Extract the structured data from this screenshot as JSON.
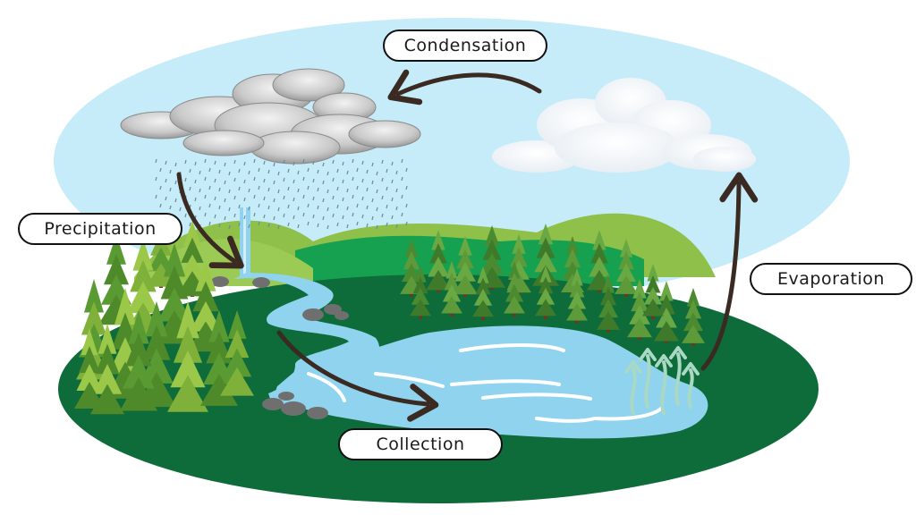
{
  "labels": {
    "condensation": "Condensation",
    "precipitation": "Precipitation",
    "evaporation": "Evaporation",
    "collection": "Collection"
  },
  "colors": {
    "sky": "#c5ecf8",
    "ground": "#0e6b3a",
    "hills": "#8ec04a",
    "water": "#8fd3ef",
    "arrows": "#3a2a22",
    "rain_cloud": "#9b9b9b"
  }
}
